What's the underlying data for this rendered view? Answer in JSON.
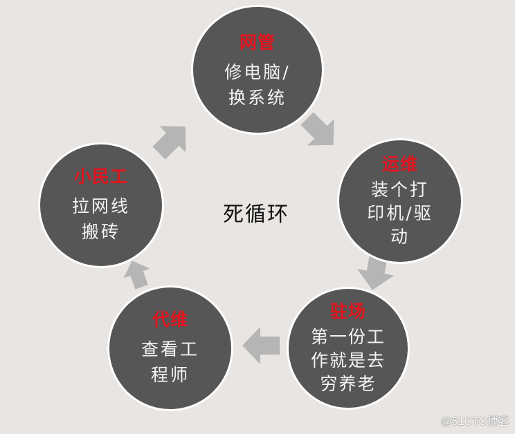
{
  "diagram": {
    "center_label": "死循环",
    "watermark": "@51CTO博客",
    "colors": {
      "background": "#e8e5e2",
      "node_fill": "#575656",
      "node_border": "#ffffff",
      "title_text": "#e0141e",
      "desc_text": "#f3f3f3",
      "arrow_fill": "#b5b5b5"
    },
    "nodes": [
      {
        "id": "wangguan",
        "title": "网管",
        "desc": "修电脑/\n换系统"
      },
      {
        "id": "yunwei",
        "title": "运维",
        "desc": "装个打\n印机/驱\n动"
      },
      {
        "id": "zhuchang",
        "title": "驻场",
        "desc": "第一份工\n作就是去\n穷养老"
      },
      {
        "id": "daiwei",
        "title": "代维",
        "desc": "查看工\n程师"
      },
      {
        "id": "xiaomingong",
        "title": "小民工",
        "desc": "拉网线\n搬砖"
      }
    ],
    "edges": [
      {
        "from": "wangguan",
        "to": "yunwei"
      },
      {
        "from": "yunwei",
        "to": "zhuchang"
      },
      {
        "from": "zhuchang",
        "to": "daiwei"
      },
      {
        "from": "daiwei",
        "to": "xiaomingong"
      },
      {
        "from": "xiaomingong",
        "to": "wangguan"
      }
    ]
  }
}
